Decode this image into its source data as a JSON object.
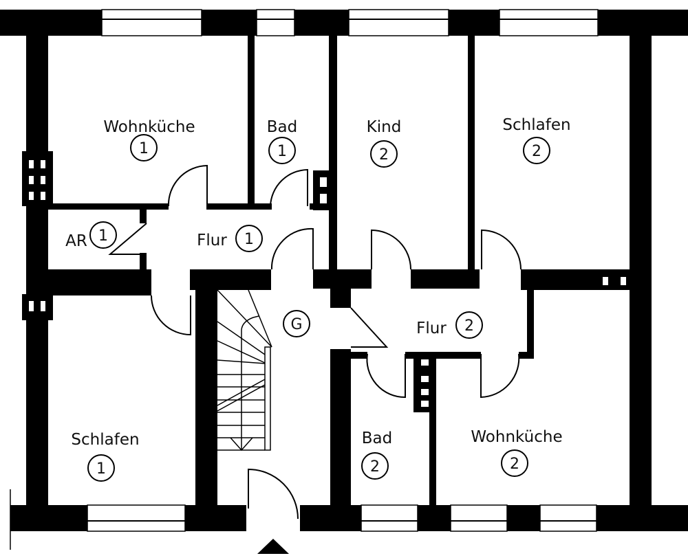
{
  "title": "Floor plan",
  "colors": {
    "wall": "#000000",
    "background": "#ffffff"
  },
  "rooms": [
    {
      "id": "wohnkueche-1",
      "label": "Wohnküche",
      "unit": "1"
    },
    {
      "id": "bad-1",
      "label": "Bad",
      "unit": "1"
    },
    {
      "id": "kind-2",
      "label": "Kind",
      "unit": "2"
    },
    {
      "id": "schlafen-2",
      "label": "Schlafen",
      "unit": "2"
    },
    {
      "id": "ar-1",
      "label": "AR",
      "unit": "1"
    },
    {
      "id": "flur-1",
      "label": "Flur",
      "unit": "1"
    },
    {
      "id": "treppenhaus",
      "label": "",
      "unit": "G"
    },
    {
      "id": "flur-2",
      "label": "Flur",
      "unit": "2"
    },
    {
      "id": "schlafen-1",
      "label": "Schlafen",
      "unit": "1"
    },
    {
      "id": "bad-2",
      "label": "Bad",
      "unit": "2"
    },
    {
      "id": "wohnkueche-2",
      "label": "Wohnküche",
      "unit": "2"
    }
  ],
  "entrance_marker": "entrance-arrow"
}
